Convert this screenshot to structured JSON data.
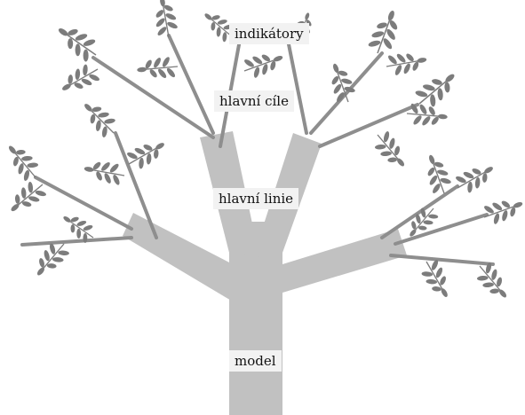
{
  "labels": {
    "indicators": "indikátory",
    "main_goals": "hlavní cíle",
    "main_lines": "hlavní linie",
    "model": "model"
  },
  "colors": {
    "trunk": "#c1c1c1",
    "twig": "#8e8e8e",
    "leaf": "#7c7c7c",
    "label_bg": "#f2f2f2"
  }
}
